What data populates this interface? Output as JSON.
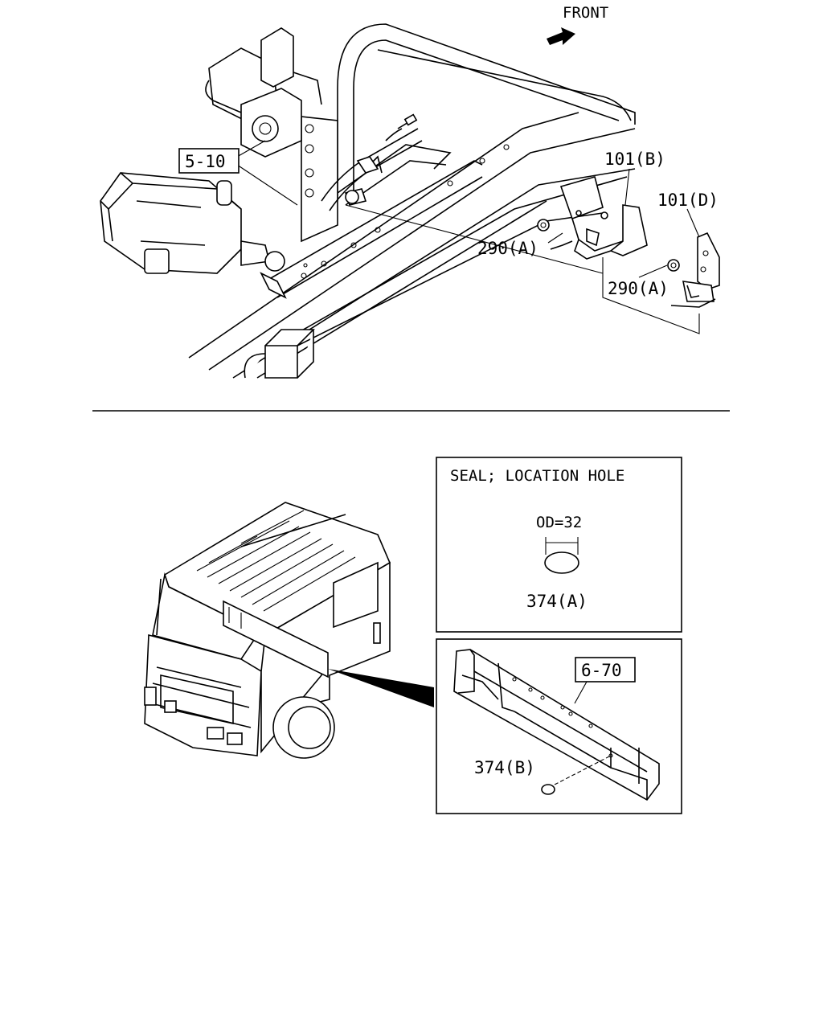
{
  "top_diagram": {
    "front_label": "FRONT",
    "callouts": {
      "ref_5_10": "5-10",
      "part_101_b": "101(B)",
      "part_101_d": "101(D)",
      "part_290_a_left": "290(A)",
      "part_290_a_right": "290(A)"
    }
  },
  "seal_panel": {
    "title": "SEAL; LOCATION HOLE",
    "dimension": "OD=32",
    "part_374_a": "374(A)"
  },
  "frame_panel": {
    "ref_6_70": "6-70",
    "part_374_b": "374(B)"
  }
}
